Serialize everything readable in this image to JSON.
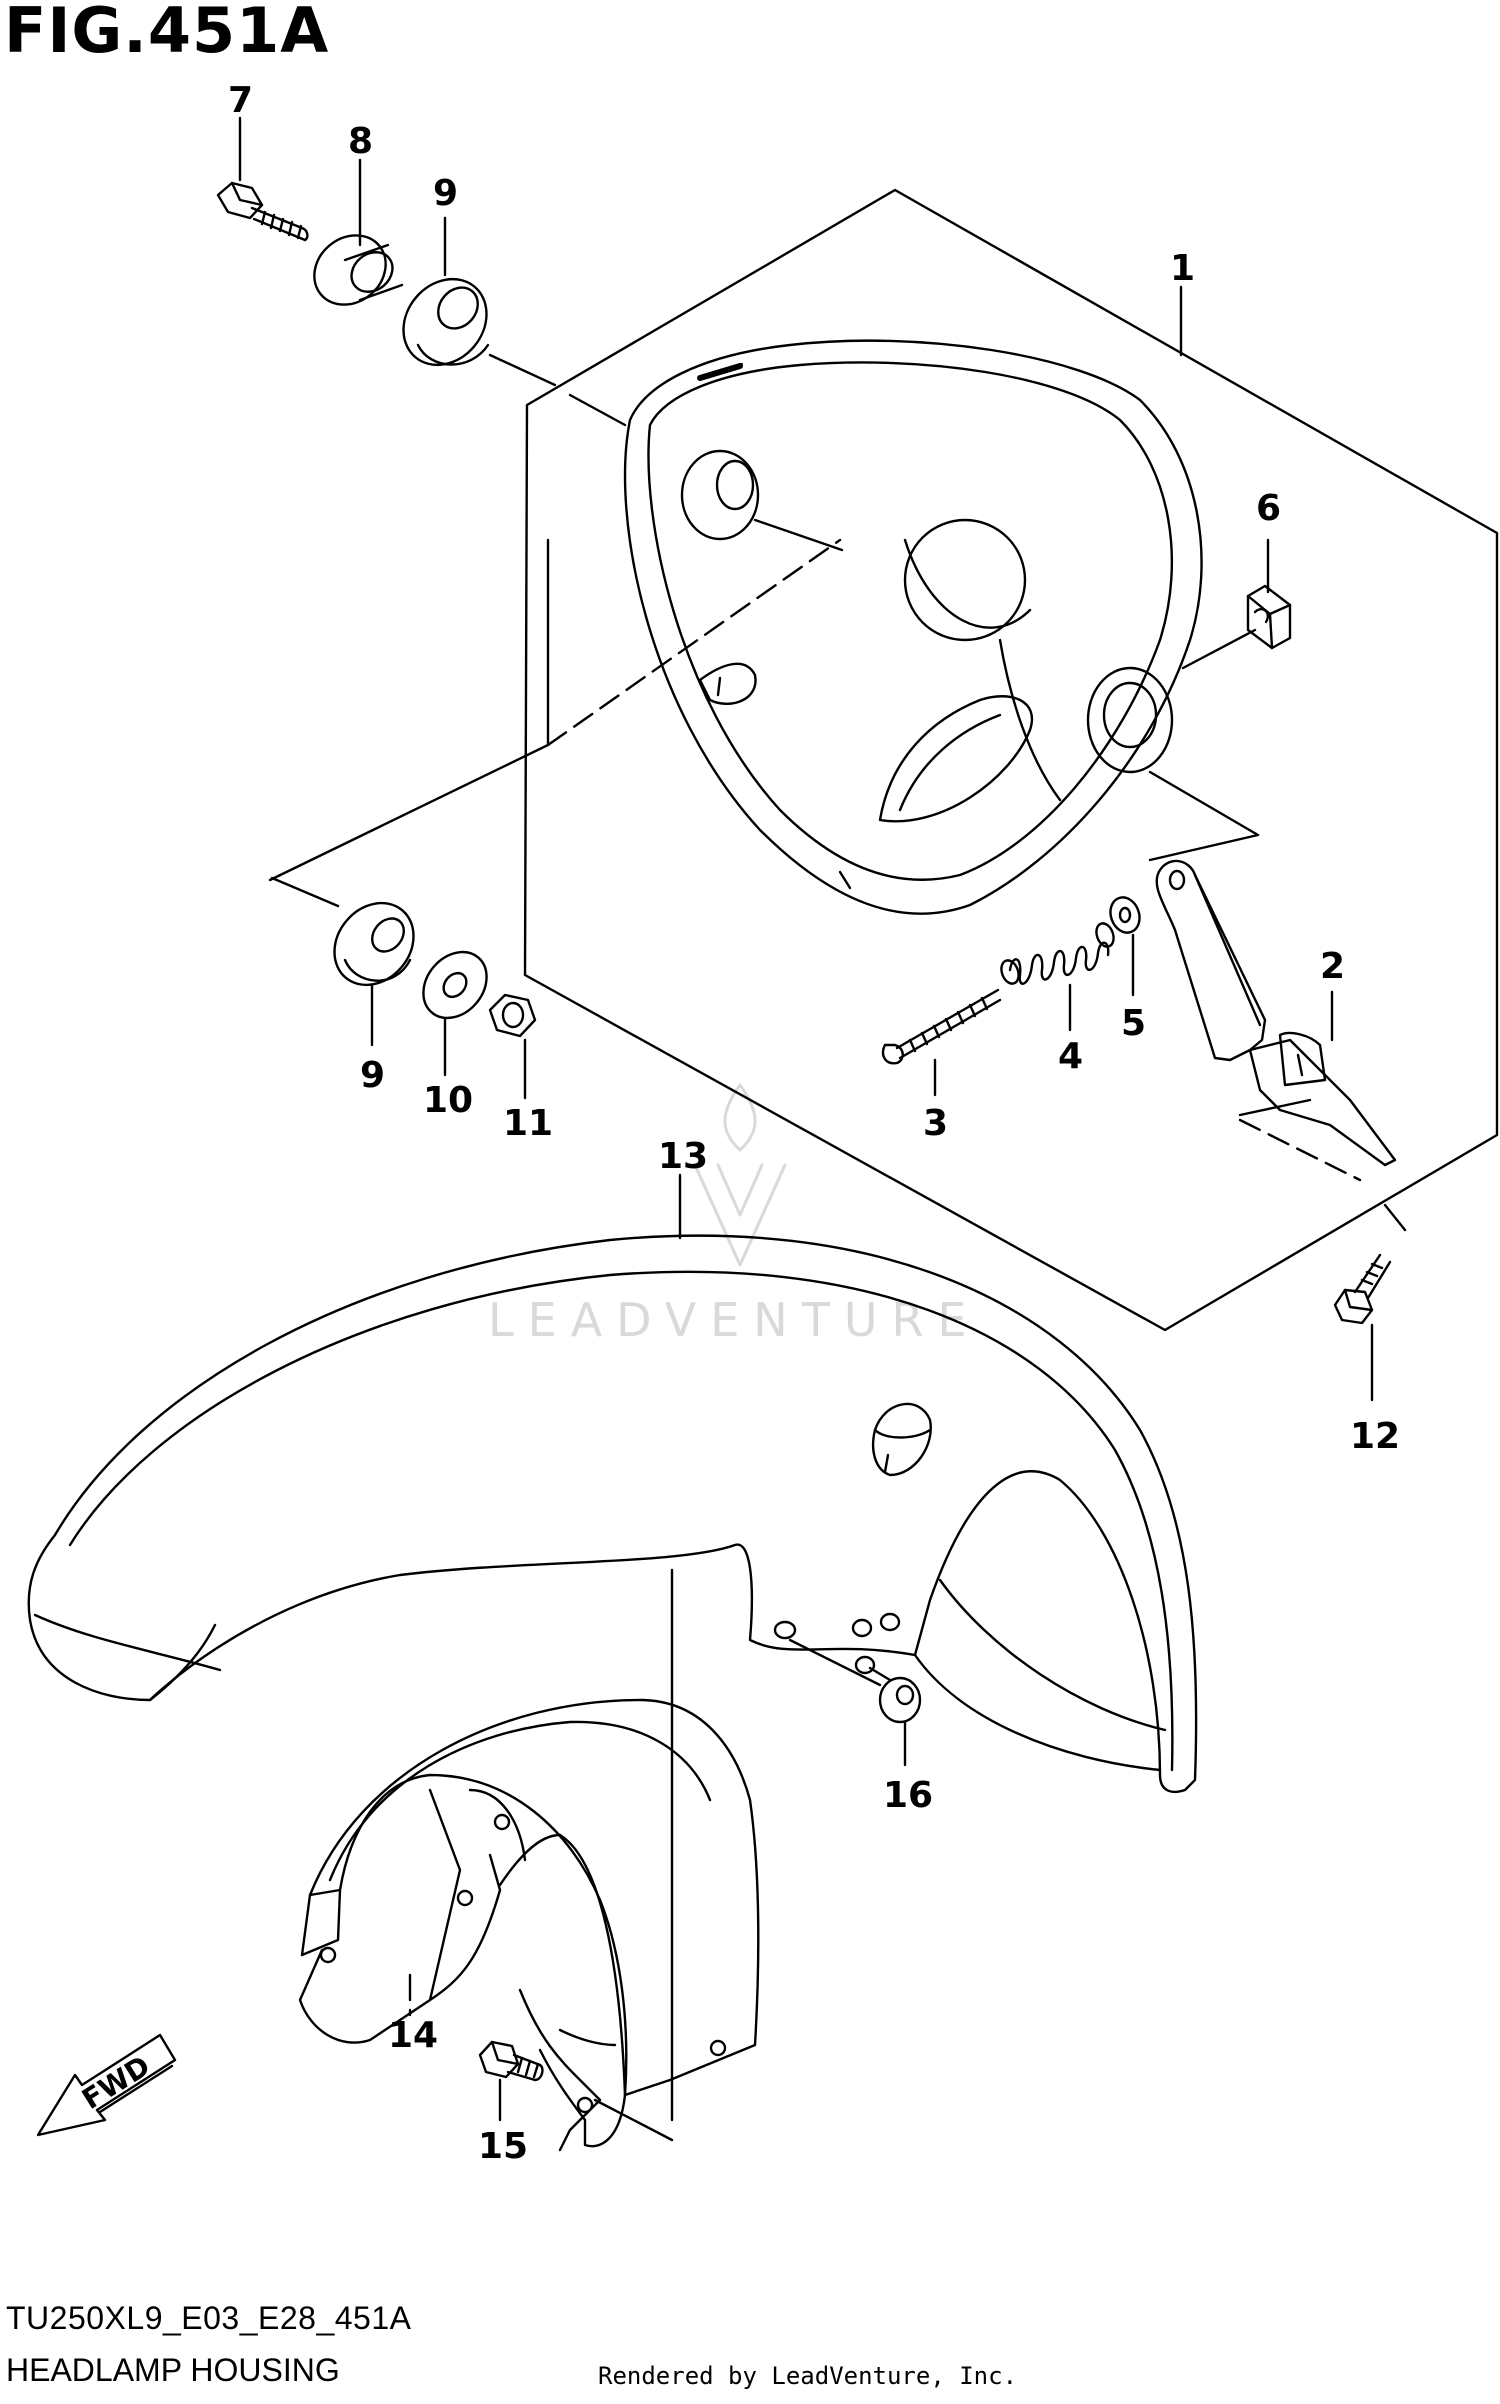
{
  "figure": {
    "title": "FIG.451A",
    "drawing_code": "TU250XL9_E03_E28_451A",
    "subtitle": "HEADLAMP HOUSING",
    "credit": "Rendered by LeadVenture, Inc.",
    "watermark": "LEADVENTURE",
    "direction_label": "FWD"
  },
  "callouts": {
    "c1": "1",
    "c2": "2",
    "c3": "3",
    "c4": "4",
    "c5": "5",
    "c6": "6",
    "c7": "7",
    "c8": "8",
    "c9a": "9",
    "c9b": "9",
    "c10": "10",
    "c11": "11",
    "c12": "12",
    "c13": "13",
    "c14": "14",
    "c15": "15",
    "c16": "16"
  },
  "parts": {
    "headlamp_housing": "1",
    "bracket": "2",
    "adjust_screw": "3",
    "spring": "4",
    "washer_small": "5",
    "clip_nut": "6",
    "bolt_top": "7",
    "collar": "8",
    "grommet": "9",
    "washer": "10",
    "nut": "11",
    "bolt_right": "12",
    "front_fender": "13",
    "fender_brace": "14",
    "bolt_bottom": "15",
    "cushion": "16"
  },
  "style": {
    "line_color": "#000000",
    "watermark_color": "#d9d9d9"
  }
}
